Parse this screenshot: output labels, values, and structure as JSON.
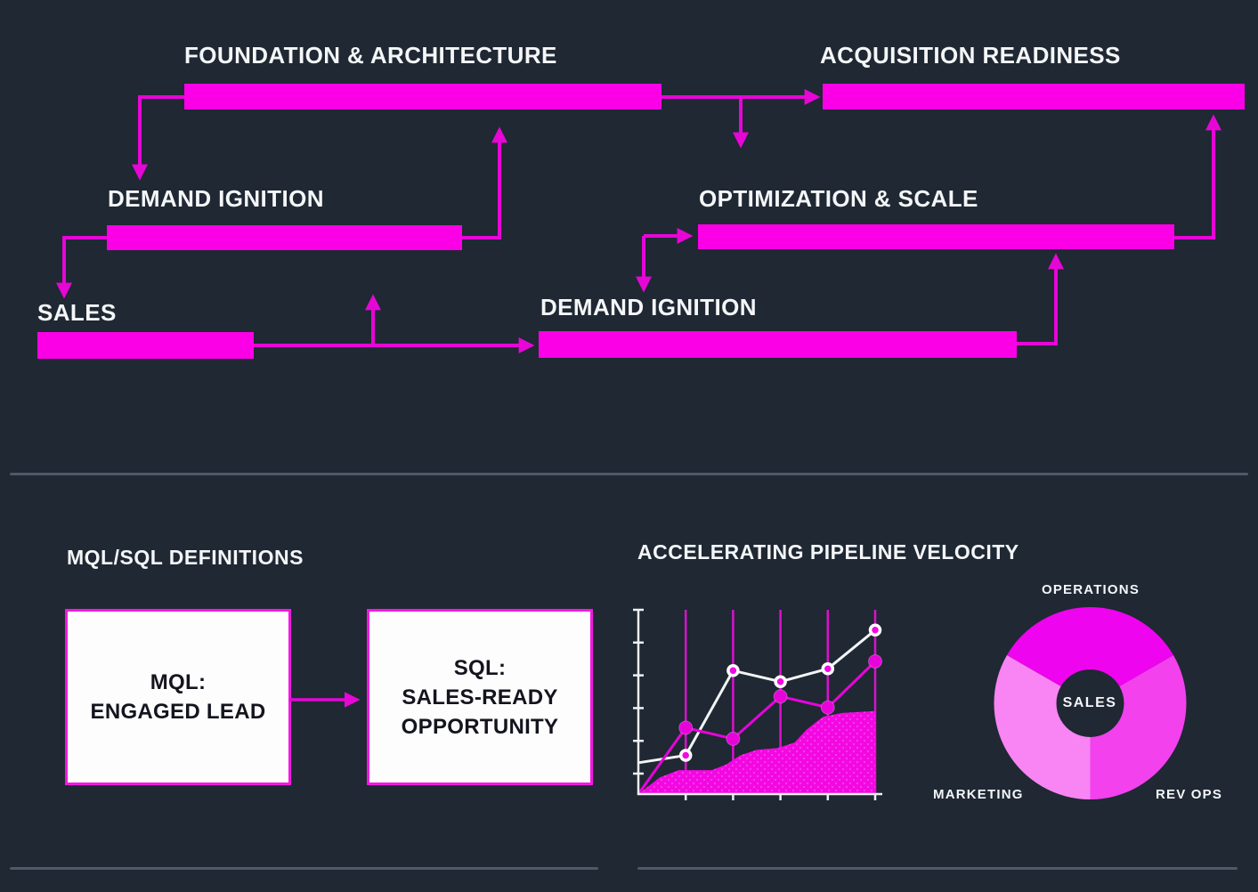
{
  "page": {
    "background": "#1f2833",
    "accent_bar": "#fb00e6",
    "accent_line": "#e606d6",
    "divider_color": "#4e5a65",
    "text_color": "#f4f6f8"
  },
  "roadmap": {
    "labels": {
      "foundation": "FOUNDATION & ARCHITECTURE",
      "acquisition": "ACQUISITION READINESS",
      "demand1": "DEMAND IGNITION",
      "optimization": "OPTIMIZATION & SCALE",
      "sales": "SALES",
      "demand2": "DEMAND IGNITION"
    }
  },
  "definitions": {
    "heading": "MQL/SQL DEFINITIONS",
    "mql": {
      "line1": "MQL:",
      "line2": "ENGAGED LEAD"
    },
    "sql": {
      "line1": "SQL:",
      "line2": "SALES-READY",
      "line3": "OPPORTUNITY"
    }
  },
  "pipeline": {
    "heading": "ACCELERATING PIPELINE VELOCITY",
    "donut_labels": {
      "top": "OPERATIONS",
      "left": "MARKETING",
      "right": "REV OPS",
      "center": "SALES"
    }
  },
  "chart_data": [
    {
      "type": "line",
      "title": "ACCELERATING PIPELINE VELOCITY",
      "x": [
        0,
        1,
        2,
        3,
        4,
        5
      ],
      "ylim": [
        0,
        100
      ],
      "grid": "vertical-magenta",
      "grid_color": "#da11cd",
      "legend": false,
      "series": [
        {
          "name": "white-line",
          "color": "#f2f4f6",
          "marker": "ring",
          "values": [
            17,
            21,
            67,
            61,
            68,
            89
          ]
        },
        {
          "name": "magenta-line",
          "color": "#e704d9",
          "marker": "dot",
          "values": [
            0,
            36,
            30,
            53,
            47,
            72
          ]
        }
      ],
      "area": {
        "name": "magenta-area",
        "color": "#f308e2",
        "points": [
          [
            0,
            0
          ],
          [
            0.09,
            9
          ],
          [
            0.17,
            13
          ],
          [
            0.31,
            13
          ],
          [
            0.37,
            16
          ],
          [
            0.43,
            21
          ],
          [
            0.5,
            24
          ],
          [
            0.59,
            25
          ],
          [
            0.66,
            28
          ],
          [
            0.71,
            35
          ],
          [
            0.78,
            42
          ],
          [
            0.86,
            44
          ],
          [
            1,
            45
          ]
        ]
      }
    },
    {
      "type": "pie",
      "donut": true,
      "center_label": "SALES",
      "labels": [
        "OPERATIONS",
        "REV OPS",
        "MARKETING"
      ],
      "values": [
        33.3,
        33.3,
        33.3
      ],
      "segments": [
        {
          "label": "OPERATIONS",
          "start": 150,
          "end": 30,
          "color": "#ee04ee"
        },
        {
          "label": "REV OPS",
          "start": 30,
          "end": -90,
          "color": "#f241ed"
        },
        {
          "label": "MARKETING",
          "start": -90,
          "end": -210,
          "color": "#f984f4"
        }
      ]
    }
  ]
}
